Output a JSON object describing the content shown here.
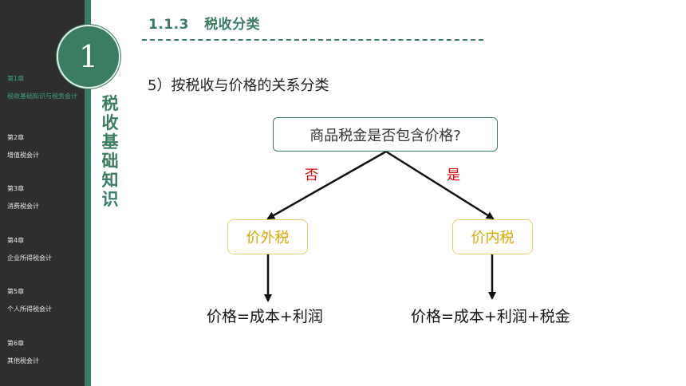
{
  "sidebar": {
    "chapters": [
      {
        "num": "第1章",
        "title": "税收基础知识与税务会计",
        "active": true
      },
      {
        "num": "第2章",
        "title": "增值税会计",
        "active": false
      },
      {
        "num": "第3章",
        "title": "消费税会计",
        "active": false
      },
      {
        "num": "第4章",
        "title": "企业所得税会计",
        "active": false
      },
      {
        "num": "第5章",
        "title": "个人所得税会计",
        "active": false
      },
      {
        "num": "第6章",
        "title": "其他税会计",
        "active": false
      }
    ],
    "chapter_number": "1",
    "vertical_title": "税收基础知识"
  },
  "header": {
    "section_heading": "1.1.3   税收分类"
  },
  "content": {
    "subtitle": "5）按税收与价格的关系分类"
  },
  "diagram": {
    "root": "商品税金是否包含价格?",
    "edge_no": "否",
    "edge_yes": "是",
    "left_node": "价外税",
    "right_node": "价内税",
    "left_result": "价格=成本+利润",
    "right_result": "价格=成本+利润+税金"
  },
  "colors": {
    "accent_green": "#3a7d62",
    "sidebar_bg": "#2e2e2e",
    "leaf_text": "#d8a800",
    "edge_label": "#e00000"
  }
}
